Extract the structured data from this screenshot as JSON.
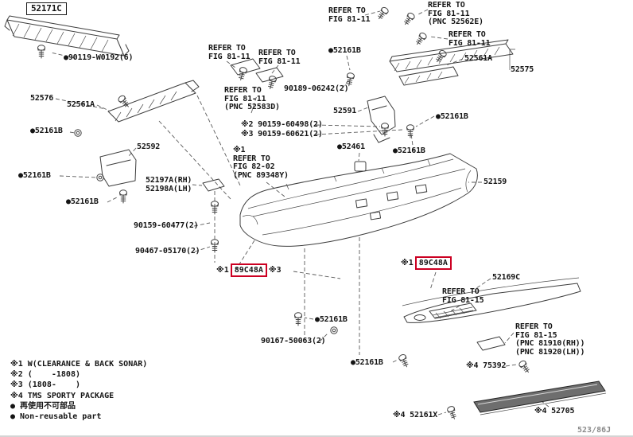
{
  "colors": {
    "highlight_box": "#cc0022",
    "line_art": "#3c3c3c"
  },
  "drawing_code": "523/86J",
  "labels": [
    {
      "id": "52171C",
      "text": "52171C"
    },
    {
      "id": "90119-W0192",
      "text": "●90119-W0192(6)"
    },
    {
      "id": "refer-a",
      "text": "REFER TO\nFIG 81-11"
    },
    {
      "id": "refer-b",
      "text": "REFER TO\nFIG 81-11"
    },
    {
      "id": "refer-c",
      "text": "REFER TO\nFIG 81-11"
    },
    {
      "id": "refer-d",
      "text": "REFER TO\nFIG 81-11\n(PNC 52562E)"
    },
    {
      "id": "refer-e",
      "text": "REFER TO\nFIG 81-11"
    },
    {
      "id": "52161B-top",
      "text": "●52161B"
    },
    {
      "id": "52561A-right",
      "text": "52561A"
    },
    {
      "id": "52575",
      "text": "52575"
    },
    {
      "id": "52576",
      "text": "52576"
    },
    {
      "id": "52561A-left",
      "text": "52561A"
    },
    {
      "id": "refer-f",
      "text": "REFER TO\nFIG 81-11\n(PNC 52583D)"
    },
    {
      "id": "90189-06242",
      "text": "90189-06242(2)"
    },
    {
      "id": "52591",
      "text": "52591"
    },
    {
      "id": "90159-60498",
      "text": "※2 90159-60498(2)"
    },
    {
      "id": "90159-60621",
      "text": "※3 90159-60621(2)"
    },
    {
      "id": "52161B-left-1",
      "text": "●52161B"
    },
    {
      "id": "52161B-right-1",
      "text": "●52161B"
    },
    {
      "id": "52592",
      "text": "52592"
    },
    {
      "id": "refer-g",
      "text": "※1\nREFER TO\nFIG 82-02\n(PNC 89348Y)"
    },
    {
      "id": "52461",
      "text": "●52461"
    },
    {
      "id": "52161B-center-1",
      "text": "●52161B"
    },
    {
      "id": "52161B-left-2",
      "text": "●52161B"
    },
    {
      "id": "52159",
      "text": "52159"
    },
    {
      "id": "52197A-52198A",
      "text": "52197A(RH)\n52198A(LH)"
    },
    {
      "id": "52161B-left-3",
      "text": "●52161B"
    },
    {
      "id": "90159-60477",
      "text": "90159-60477(2)"
    },
    {
      "id": "90467-05170",
      "text": "90467-05170(2)"
    },
    {
      "id": "52169C",
      "text": "52169C"
    },
    {
      "id": "refer-h",
      "text": "REFER TO\nFIG 81-15"
    },
    {
      "id": "52161B-bottom-1",
      "text": "●52161B"
    },
    {
      "id": "refer-i",
      "text": "REFER TO\nFIG 81-15\n(PNC 81910(RH))\n(PNC 81920(LH))"
    },
    {
      "id": "90167-50063",
      "text": "90167-50063(2)"
    },
    {
      "id": "52161B-bottom-2",
      "text": "●52161B"
    },
    {
      "id": "75392",
      "text": "※4 75392"
    },
    {
      "id": "52161X",
      "text": "※4 52161X"
    },
    {
      "id": "52705",
      "text": "※4 52705"
    }
  ],
  "highlights": {
    "left": {
      "prefix": "※1",
      "code": "89C48A",
      "suffix": "※3"
    },
    "right": {
      "prefix": "※1",
      "code": "89C48A"
    }
  },
  "legend": {
    "items": [
      {
        "text": "※1 W(CLEARANCE & BACK SONAR)"
      },
      {
        "text": "※2 (    -1808)"
      },
      {
        "text": "※3 (1808-    )"
      },
      {
        "text": "※4 TMS SPORTY PACKAGE"
      },
      {
        "text": "● 再使用不可部品"
      },
      {
        "text": "● Non-reusable part"
      }
    ]
  }
}
